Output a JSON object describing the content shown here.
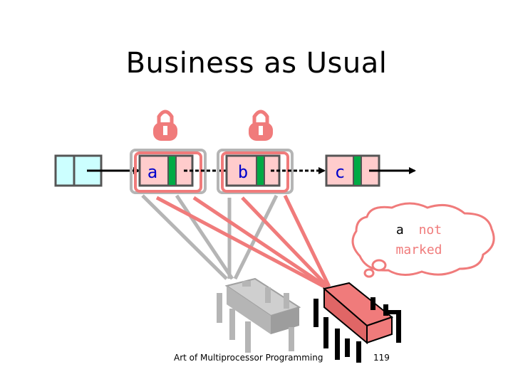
{
  "slide": {
    "title": "Business as Usual",
    "footer_text": "Art of Multiprocessor Programming",
    "page_number": "119"
  },
  "nodes": [
    {
      "label": "",
      "role": "head",
      "fill": "#ccffff"
    },
    {
      "label": "a",
      "role": "pred",
      "fill": "#ffcccc"
    },
    {
      "label": "b",
      "role": "curr",
      "fill": "#ffcccc"
    },
    {
      "label": "c",
      "role": "succ",
      "fill": "#ffcccc"
    }
  ],
  "thought": {
    "node_label": "a",
    "status_text": "not",
    "status_line2": "marked"
  },
  "colors": {
    "link_text": "#0000cc",
    "mark_bit": "#00aa44",
    "thread_red": "#f07b7b",
    "thread_grey": "#b5b5b5",
    "lock": "#f07b7b"
  },
  "icons": [
    "padlock-icon",
    "padlock-icon",
    "thread-chip-grey",
    "thread-chip-red",
    "thought-cloud"
  ]
}
